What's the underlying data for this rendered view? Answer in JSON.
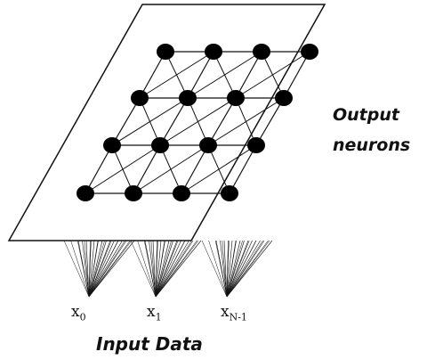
{
  "diagram": {
    "output_label_line1": "Output",
    "output_label_line2": "neurons",
    "input_label": "Input Data",
    "inputs": [
      {
        "base": "x",
        "sub": "0"
      },
      {
        "base": "x",
        "sub": "1"
      },
      {
        "base": "x",
        "sub": "N-1"
      }
    ],
    "grid": {
      "rows": 4,
      "cols": 4
    },
    "colors": {
      "stroke": "#111111",
      "node": "#000000",
      "plane": "#ffffff"
    }
  }
}
